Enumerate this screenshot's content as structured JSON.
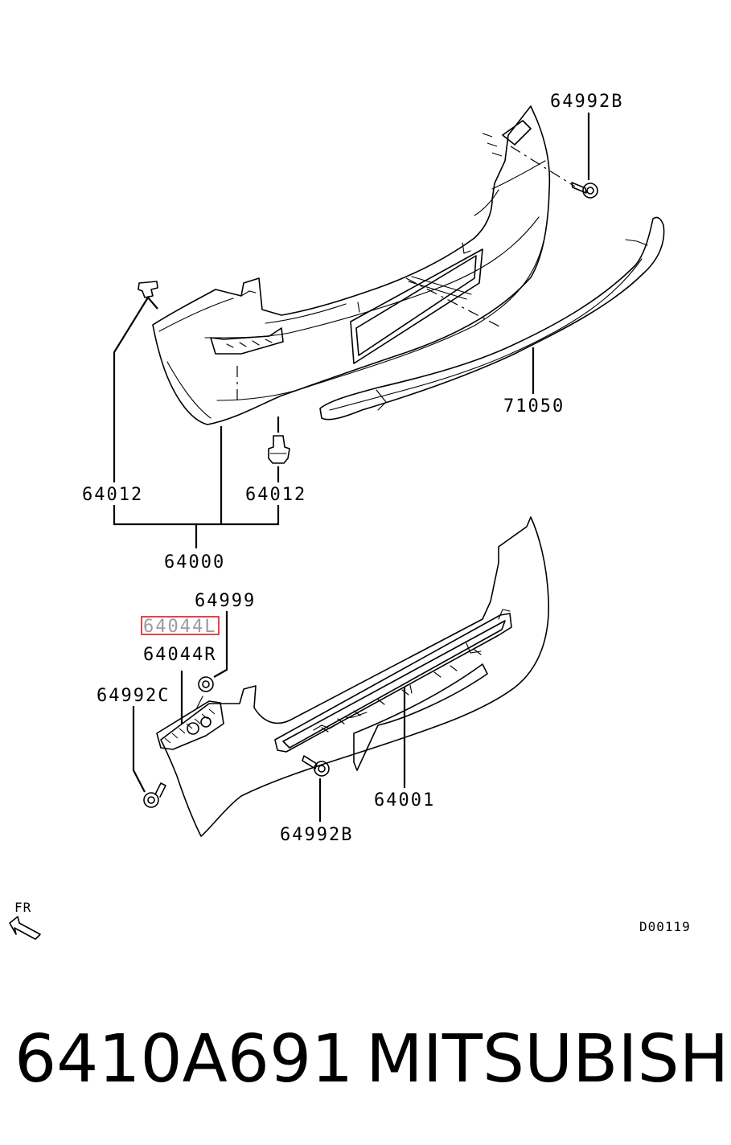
{
  "callouts": {
    "top_bolt": "64992B",
    "lower_lip": "71050",
    "clip_left": "64012",
    "clip_right": "64012",
    "bumper_assy": "64000",
    "nut": "64999",
    "bracket_left": "64044L",
    "bracket_right": "64044R",
    "side_bolt": "64992C",
    "reinforcement": "64001",
    "rear_bolt": "64992B"
  },
  "front_indicator": "FR",
  "diagram_code": "D00119",
  "highlight_color": "#e0141e",
  "footer": {
    "part_number": "6410A691",
    "brand": "MITSUBISHI"
  }
}
